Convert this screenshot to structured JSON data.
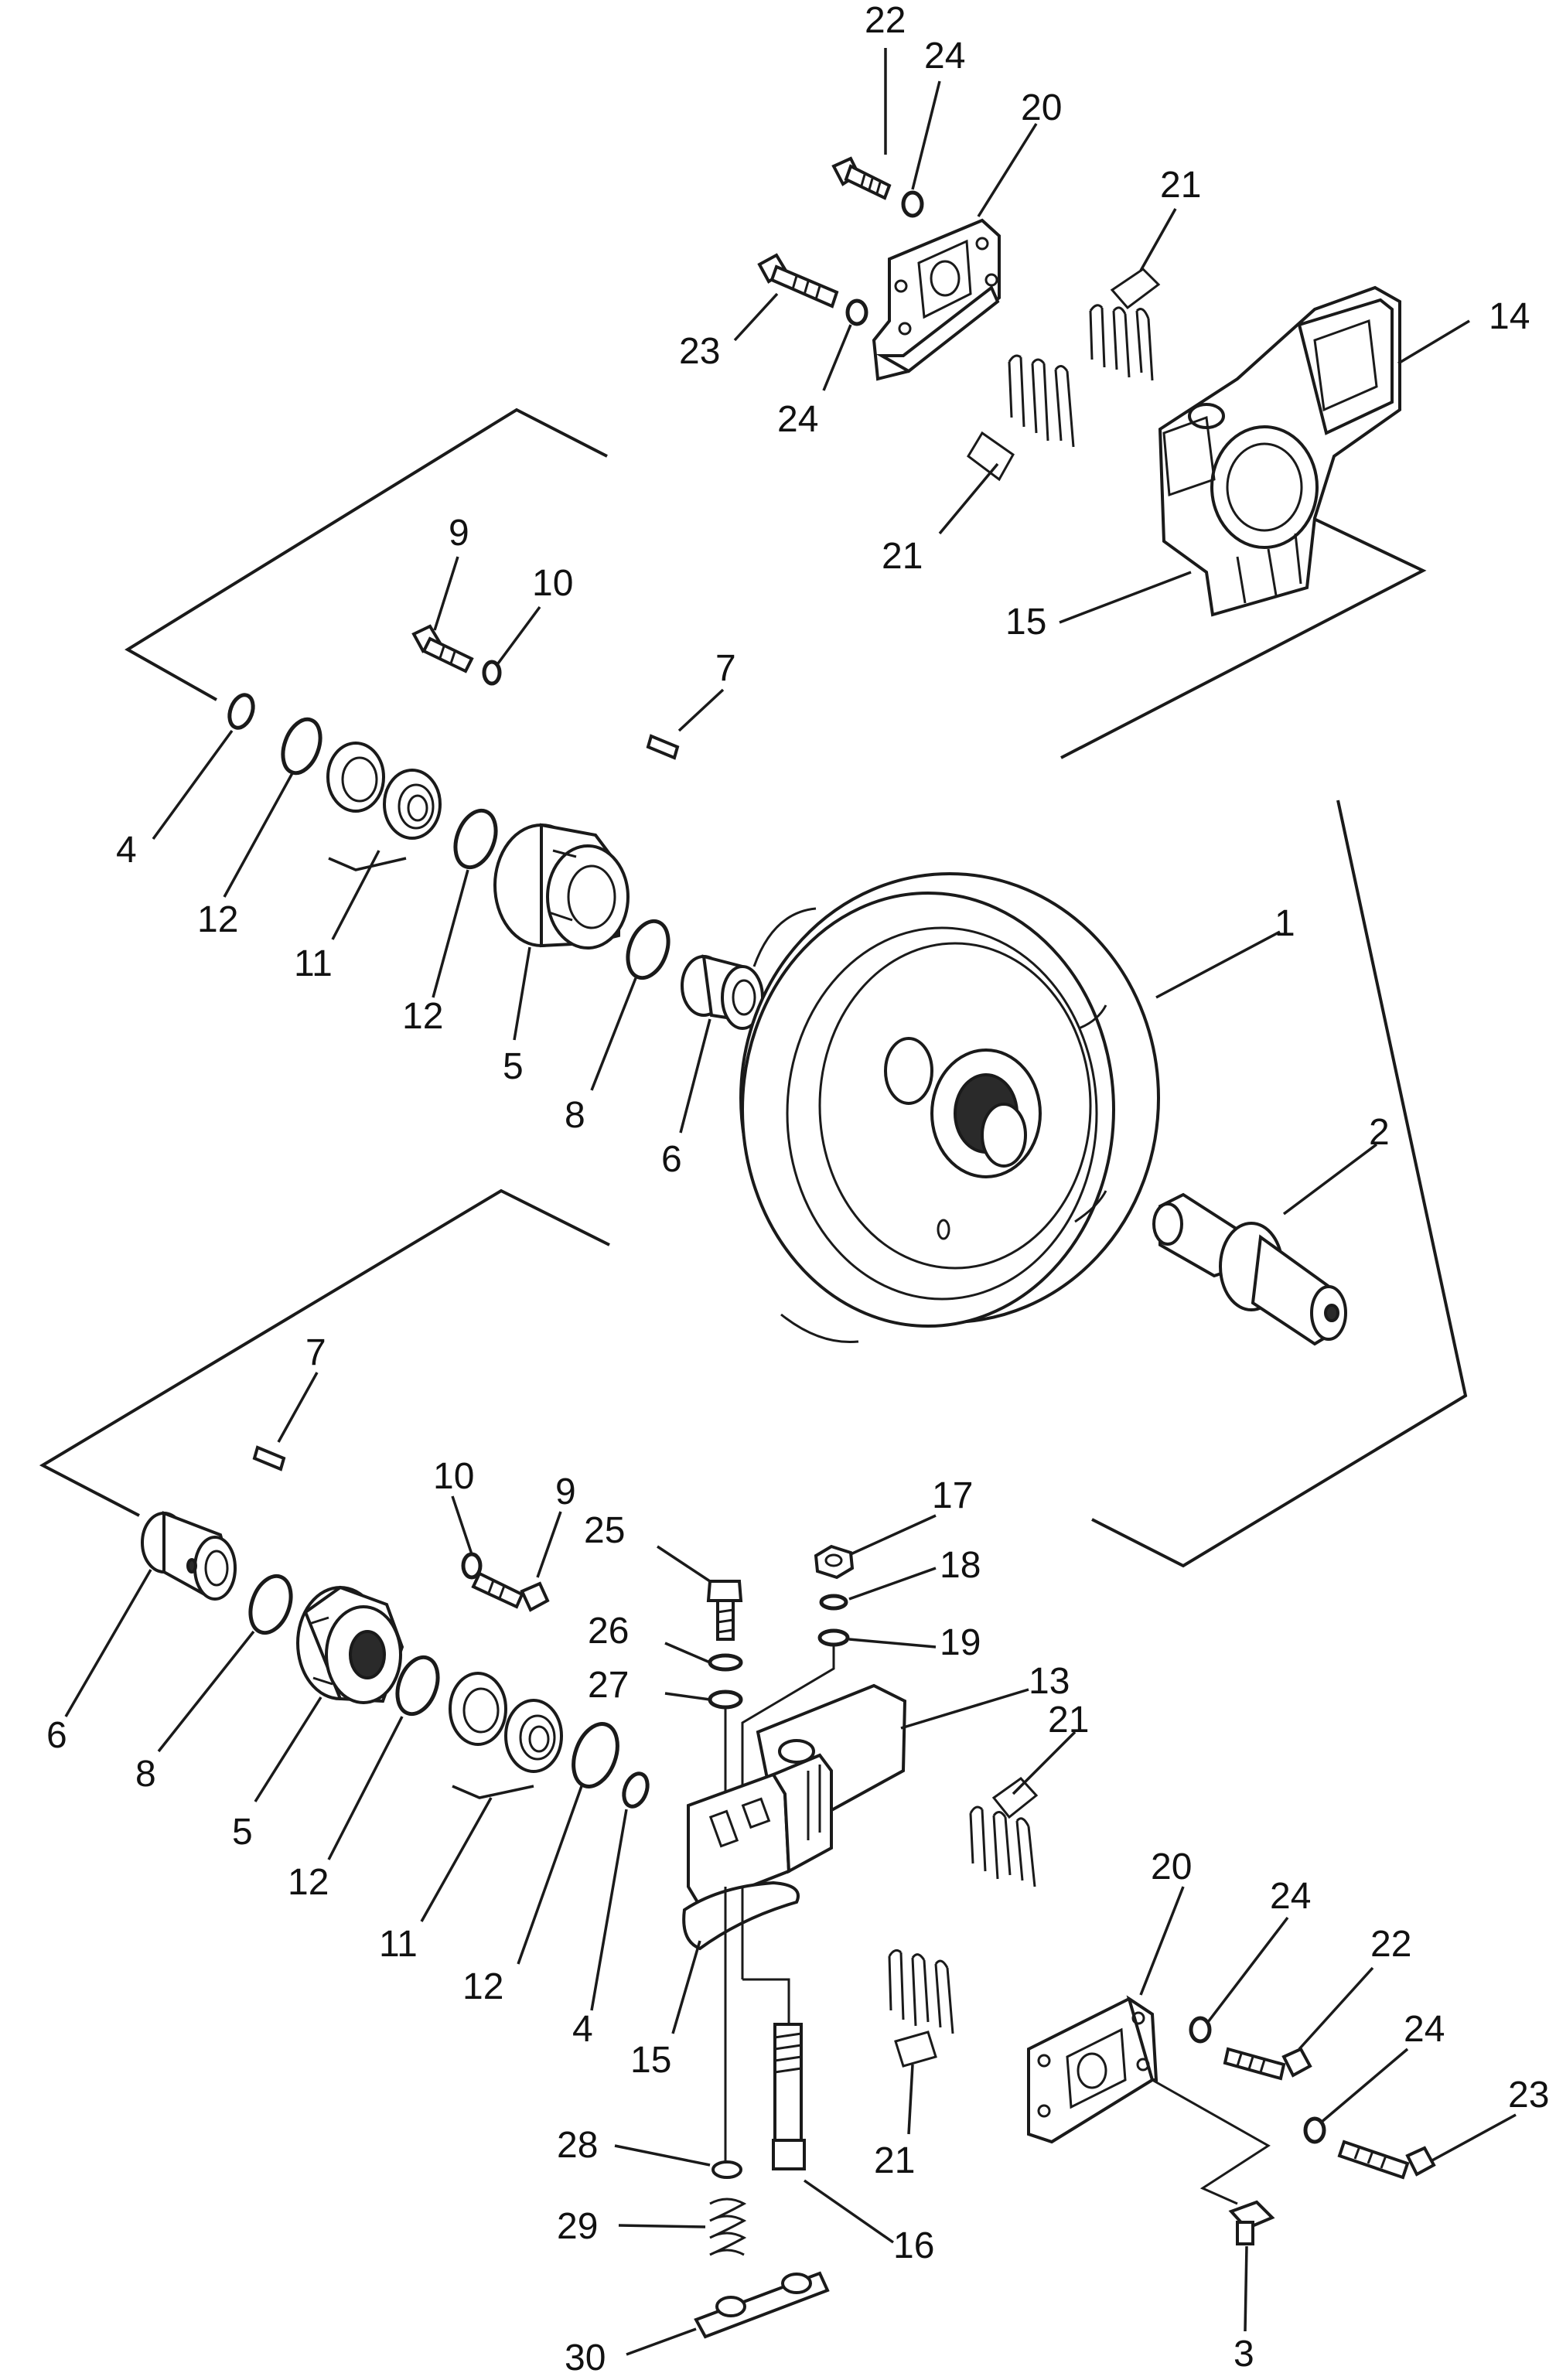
{
  "labels": [
    {
      "id": "l22a",
      "text": "22"
    },
    {
      "id": "l24a",
      "text": "24"
    },
    {
      "id": "l20a",
      "text": "20"
    },
    {
      "id": "l21a",
      "text": "21"
    },
    {
      "id": "l14",
      "text": "14"
    },
    {
      "id": "l23a",
      "text": "23"
    },
    {
      "id": "l24b",
      "text": "24"
    },
    {
      "id": "l21b",
      "text": "21"
    },
    {
      "id": "l15a",
      "text": "15"
    },
    {
      "id": "l9a",
      "text": "9"
    },
    {
      "id": "l10a",
      "text": "10"
    },
    {
      "id": "l7a",
      "text": "7"
    },
    {
      "id": "l4a",
      "text": "4"
    },
    {
      "id": "l12a",
      "text": "12"
    },
    {
      "id": "l11a",
      "text": "11"
    },
    {
      "id": "l12b",
      "text": "12"
    },
    {
      "id": "l5a",
      "text": "5"
    },
    {
      "id": "l8a",
      "text": "8"
    },
    {
      "id": "l6a",
      "text": "6"
    },
    {
      "id": "l1",
      "text": "1"
    },
    {
      "id": "l2",
      "text": "2"
    },
    {
      "id": "l7b",
      "text": "7"
    },
    {
      "id": "l10b",
      "text": "10"
    },
    {
      "id": "l9b",
      "text": "9"
    },
    {
      "id": "l25",
      "text": "25"
    },
    {
      "id": "l17",
      "text": "17"
    },
    {
      "id": "l18",
      "text": "18"
    },
    {
      "id": "l26",
      "text": "26"
    },
    {
      "id": "l19",
      "text": "19"
    },
    {
      "id": "l27",
      "text": "27"
    },
    {
      "id": "l13",
      "text": "13"
    },
    {
      "id": "l6b",
      "text": "6"
    },
    {
      "id": "l8b",
      "text": "8"
    },
    {
      "id": "l5b",
      "text": "5"
    },
    {
      "id": "l12c",
      "text": "12"
    },
    {
      "id": "l11b",
      "text": "11"
    },
    {
      "id": "l12d",
      "text": "12"
    },
    {
      "id": "l4b",
      "text": "4"
    },
    {
      "id": "l15b",
      "text": "15"
    },
    {
      "id": "l21c",
      "text": "21"
    },
    {
      "id": "l20b",
      "text": "20"
    },
    {
      "id": "l24c",
      "text": "24"
    },
    {
      "id": "l22b",
      "text": "22"
    },
    {
      "id": "l24d",
      "text": "24"
    },
    {
      "id": "l23b",
      "text": "23"
    },
    {
      "id": "l21d",
      "text": "21"
    },
    {
      "id": "l28",
      "text": "28"
    },
    {
      "id": "l29",
      "text": "29"
    },
    {
      "id": "l16",
      "text": "16"
    },
    {
      "id": "l30",
      "text": "30"
    },
    {
      "id": "l3",
      "text": "3"
    }
  ]
}
